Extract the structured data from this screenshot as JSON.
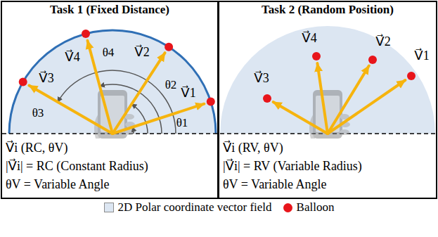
{
  "diagram": {
    "nodes": [
      {
        "text": [
          "Task 1 (Fixed Distance)",
          "V⃗i (RC, θV)",
          "|V⃗i| = RC (Constant Radius)",
          "θV = Variable Angle"
        ]
      },
      {
        "text": [
          "Task 2 (Random Position)",
          "V⃗i (RV, θV)",
          "|V⃗i| = RV (Variable Radius)",
          "θV = Variable Angle"
        ]
      }
    ],
    "labels": [
      "V⃗1",
      "V⃗2",
      "V⃗3",
      "V⃗4",
      "θ1",
      "θ2",
      "θ3",
      "θ4",
      "V⃗1",
      "V⃗2",
      "V⃗3",
      "V⃗4"
    ],
    "legend": [
      {
        "text": "2D Polar coordinate vector field",
        "color": "#dce6f2"
      },
      {
        "text": "Balloon",
        "color": "#e8151b"
      }
    ]
  }
}
